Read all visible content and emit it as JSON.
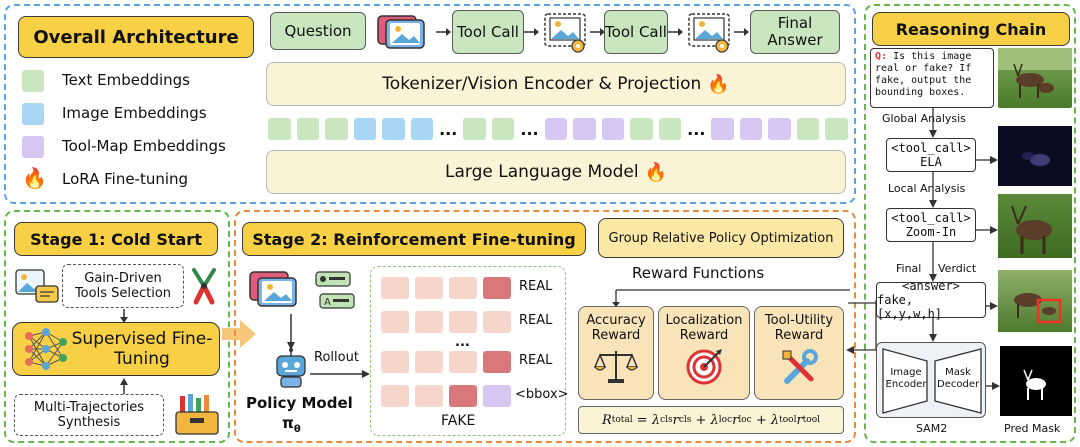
{
  "overall": {
    "title": "Overall Architecture",
    "legend": [
      {
        "label": "Text Embeddings",
        "color": "#c9e6c0"
      },
      {
        "label": "Image Embeddings",
        "color": "#a9d6f5"
      },
      {
        "label": "Tool-Map Embeddings",
        "color": "#d6c8f2"
      },
      {
        "label": "LoRA Fine-tuning",
        "icon": "fire-icon"
      }
    ],
    "flow": [
      "Question",
      "Tool Call",
      "Tool Call",
      "Final Answer"
    ],
    "encoder": "Tokenizer/Vision Encoder & Projection",
    "llm": "Large Language Model",
    "ellipsis": "..."
  },
  "stage1": {
    "title": "Stage 1: Cold Start",
    "tools_selection": "Gain-Driven Tools Selection",
    "sft": "Supervised Fine-Tuning",
    "synthesis": "Multi-Trajectories Synthesis"
  },
  "stage2": {
    "title": "Stage 2: Reinforcement Fine-tuning",
    "grpo": "Group Relative Policy Optimization",
    "reward_functions": "Reward Functions",
    "rewards": [
      "Accuracy Reward",
      "Localization Reward",
      "Tool-Utility Reward"
    ],
    "rollout": "Rollout",
    "policy": "Policy Model",
    "policy_symbol": "π",
    "policy_sub": "θ",
    "rows": [
      "REAL",
      "REAL",
      "...",
      "REAL",
      "<bbox>"
    ],
    "fake": "FAKE",
    "formula": {
      "lhs": "R",
      "lhs_sub": "total",
      "eq": " = λ",
      "t1": "cls",
      "r1": "r",
      "plus1": " + λ",
      "t2": "loc",
      "plus2": " + λ",
      "t3": "tool"
    }
  },
  "chain": {
    "title": "Reasoning Chain",
    "question_prefix": "Q:",
    "question": "Is this image real or fake? If fake, output the bounding boxes.",
    "steps": [
      "Global Analysis",
      "Local Analysis",
      "Final",
      "Verdict"
    ],
    "call1": [
      "<tool_call>",
      "ELA"
    ],
    "call2": [
      "<tool_call>",
      "Zoom-In"
    ],
    "answer": [
      "<answer>",
      "fake, [x,y,w,h]"
    ],
    "sam": {
      "encoder": "Image Encoder",
      "decoder": "Mask Decoder",
      "name": "SAM2"
    },
    "pred_mask": "Pred Mask"
  },
  "colors": {
    "yellow": "#f7d046",
    "green_box": "#c9e6c0",
    "cream": "#fbf3d6",
    "reward": "#f8e4b8",
    "red_cell": "#d9787a"
  }
}
